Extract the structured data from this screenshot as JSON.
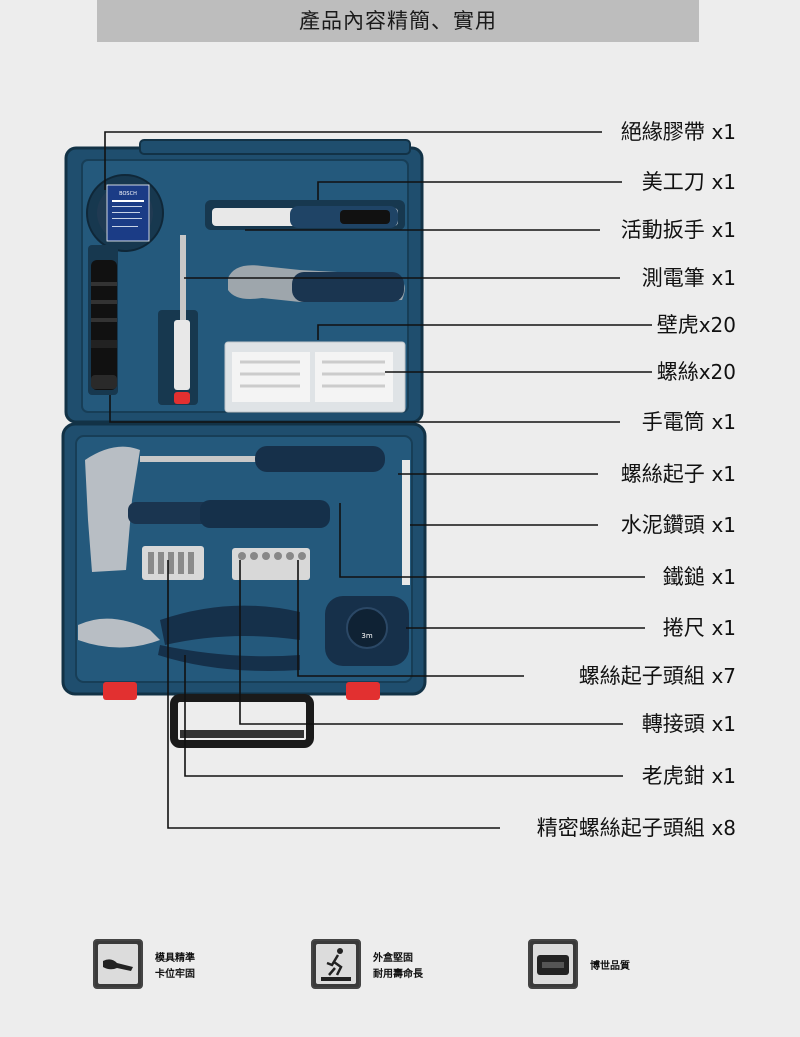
{
  "header": {
    "title": "產品內容精簡、實用"
  },
  "items": [
    {
      "name": "絕緣膠帶",
      "qty": "x1"
    },
    {
      "name": "美工刀",
      "qty": "x1"
    },
    {
      "name": "活動扳手",
      "qty": "x1"
    },
    {
      "name": "測電筆",
      "qty": "x1"
    },
    {
      "name": "壁虎",
      "qty": "x20"
    },
    {
      "name": "螺絲",
      "qty": "x20"
    },
    {
      "name": "手電筒",
      "qty": "x1"
    },
    {
      "name": "螺絲起子",
      "qty": "x1"
    },
    {
      "name": "水泥鑽頭",
      "qty": "x1"
    },
    {
      "name": "鐵鎚",
      "qty": "x1"
    },
    {
      "name": "捲尺",
      "qty": "x1"
    },
    {
      "name": "螺絲起子頭組",
      "qty": "x7"
    },
    {
      "name": "轉接頭",
      "qty": "x1"
    },
    {
      "name": "老虎鉗",
      "qty": "x1"
    },
    {
      "name": "精密螺絲起子頭組",
      "qty": "x8"
    }
  ],
  "case": {
    "brand": "BOSCH",
    "tape_size": "3m"
  },
  "features": [
    {
      "icon": "pliers-icon",
      "line1": "模具精準",
      "line2": "卡位牢固"
    },
    {
      "icon": "runner-icon",
      "line1": "外盒堅固",
      "line2": "耐用壽命長"
    },
    {
      "icon": "bosch-case-icon",
      "line1": "博世品質",
      "line2": ""
    }
  ],
  "colors": {
    "case_blue": "#1f4e6e",
    "handle_red": "#e23030",
    "background": "#ededed"
  }
}
